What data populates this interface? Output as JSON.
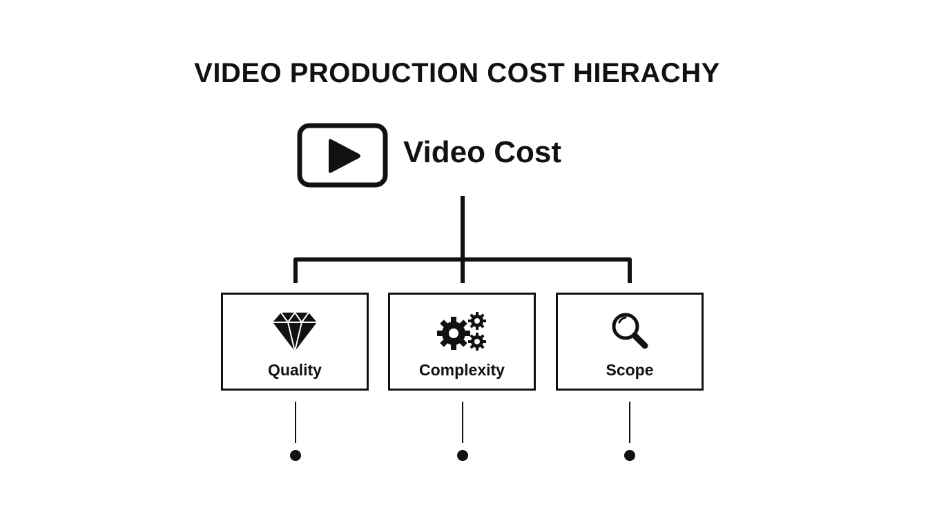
{
  "title": "VIDEO PRODUCTION COST HIERACHY",
  "root": {
    "label": "Video Cost",
    "icon": "play-icon"
  },
  "factors": [
    {
      "label": "Quality",
      "icon": "diamond-icon"
    },
    {
      "label": "Complexity",
      "icon": "gears-icon"
    },
    {
      "label": "Scope",
      "icon": "magnifier-icon"
    }
  ],
  "colors": {
    "ink": "#111111",
    "background": "#ffffff"
  }
}
